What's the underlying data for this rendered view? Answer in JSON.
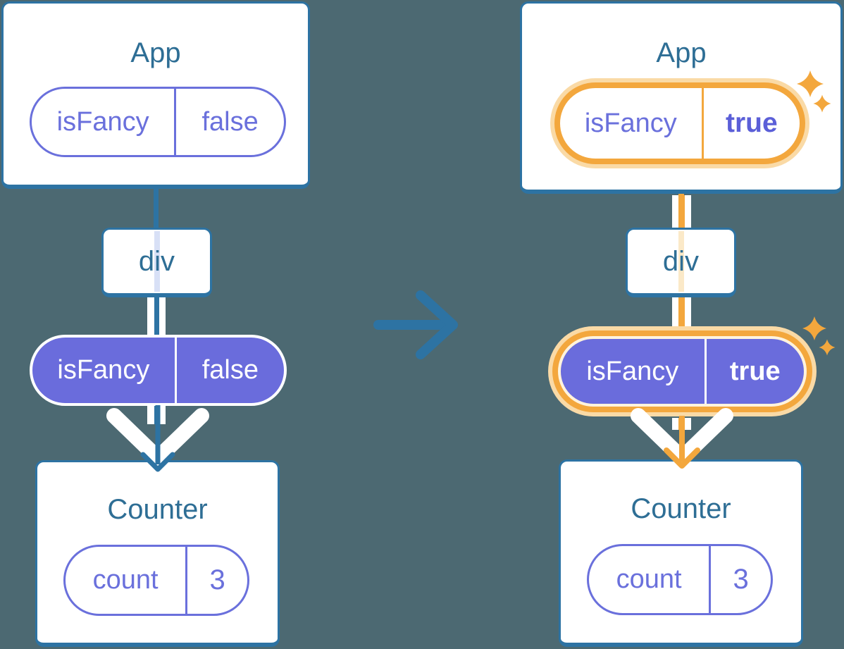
{
  "colors": {
    "bg": "#4C6972",
    "blue": "#2D73A3",
    "title": "#2E6E95",
    "purple": "#6A6CDC",
    "purpleText": "#6A70DC",
    "purpleBold": "#5B5FD8",
    "orange": "#F3A73D",
    "halo": "#FADAA6",
    "cream": "#FFF3DD",
    "faintBlue": "#D8E0F6",
    "faintOrange": "#FBE9C8",
    "white": "#FFFFFF"
  },
  "icons": {
    "transition": "arrow-right-icon",
    "highlight": "sparkle-icon",
    "flow_down": "chevron-down-arrow-icon"
  },
  "left": {
    "app_title": "App",
    "app_state_name": "isFancy",
    "app_state_value": "false",
    "div_title": "div",
    "prop_name": "isFancy",
    "prop_value": "false",
    "counter_title": "Counter",
    "counter_state_name": "count",
    "counter_state_value": "3"
  },
  "right": {
    "app_title": "App",
    "app_state_name": "isFancy",
    "app_state_value": "true",
    "div_title": "div",
    "prop_name": "isFancy",
    "prop_value": "true",
    "counter_title": "Counter",
    "counter_state_name": "count",
    "counter_state_value": "3"
  }
}
